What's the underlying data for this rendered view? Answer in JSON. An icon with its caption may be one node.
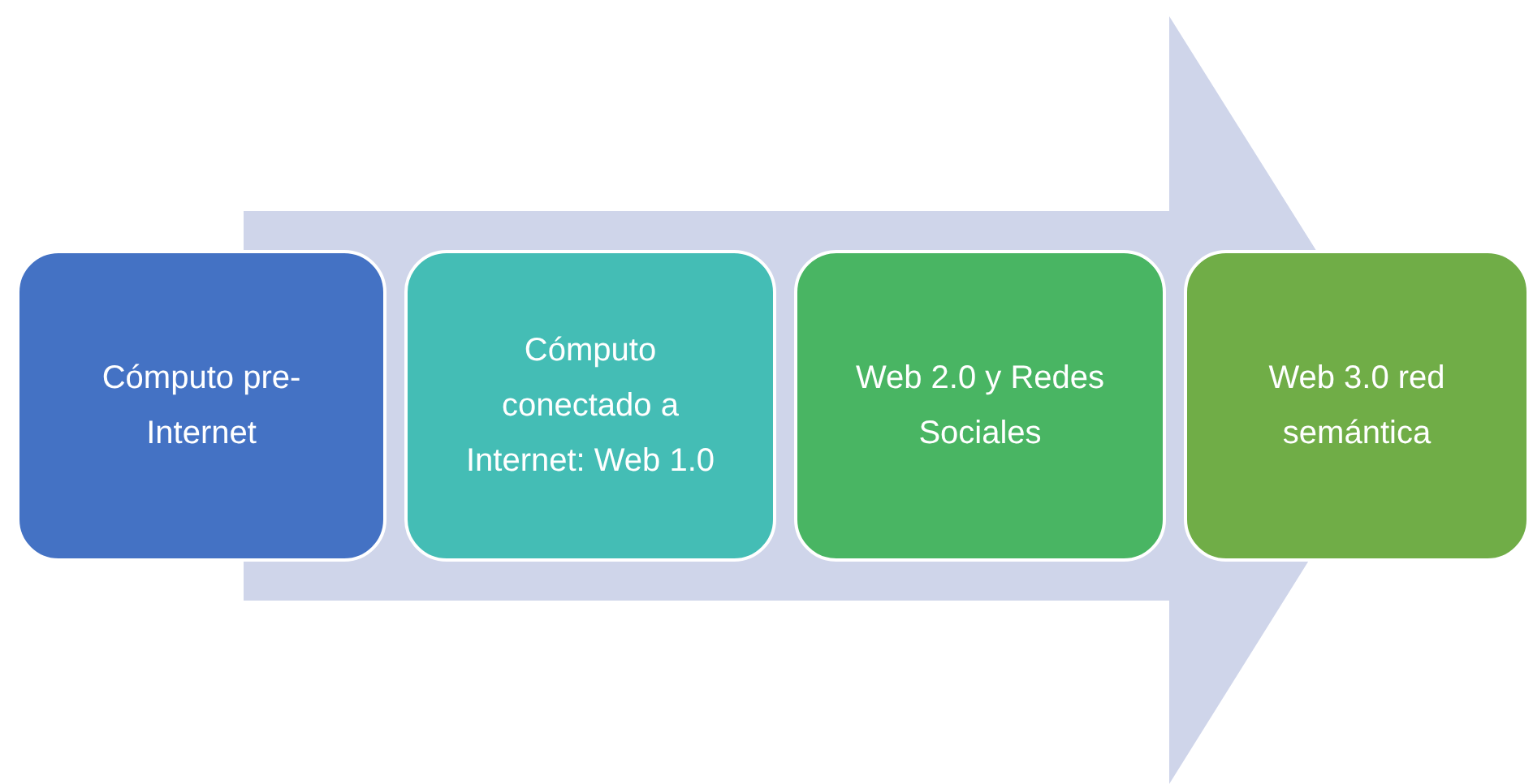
{
  "diagram": {
    "nodes": [
      {
        "text": [
          "Cómputo pre-Internet"
        ]
      },
      {
        "text": [
          "Cómputo conectado a Internet: Web 1.0"
        ]
      },
      {
        "text": [
          "Web 2.0 y Redes Sociales"
        ]
      },
      {
        "text": [
          "Web 3.0 red semántica"
        ]
      }
    ],
    "edges": [
      {
        "from": 0,
        "to": 3,
        "arrow": "to"
      }
    ]
  }
}
